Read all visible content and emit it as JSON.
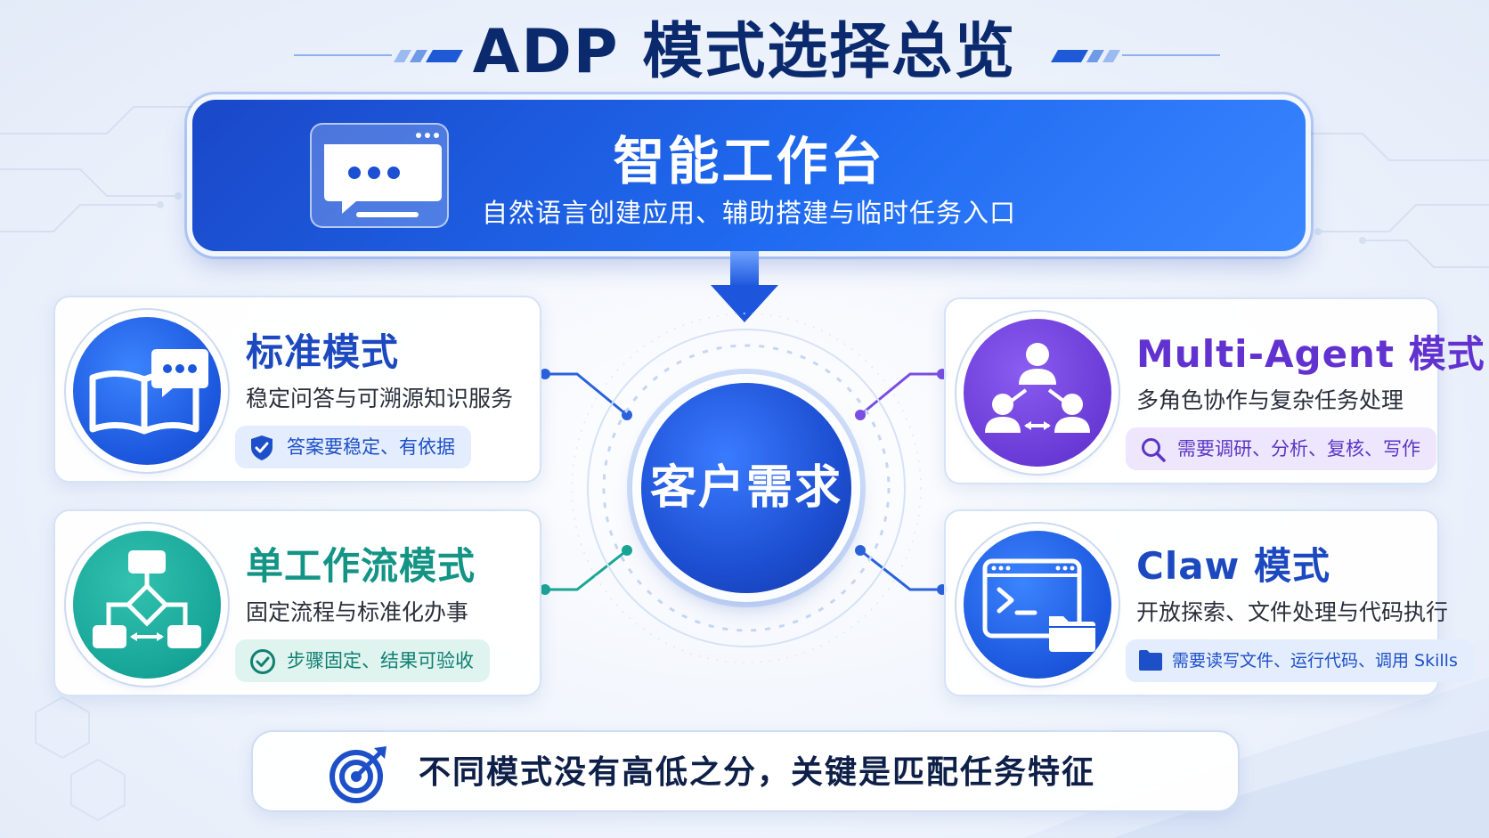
{
  "title": "ADP 模式选择总览",
  "banner": {
    "title": "智能工作台",
    "subtitle": "自然语言创建应用、辅助搭建与临时任务入口",
    "icon": "chat-window-icon"
  },
  "center": {
    "label": "客户需求"
  },
  "modes": {
    "standard": {
      "title": "标准模式",
      "desc": "稳定问答与可溯源知识服务",
      "chip": "答案要稳定、有依据",
      "icon": "book-chat-icon",
      "chip_icon": "shield-check-icon",
      "color": "#1d49c0"
    },
    "workflow": {
      "title": "单工作流模式",
      "desc": "固定流程与标准化办事",
      "chip": "步骤固定、结果可验收",
      "icon": "flowchart-icon",
      "chip_icon": "check-circle-icon",
      "color": "#139485"
    },
    "multi_agent": {
      "title": "Multi-Agent 模式",
      "desc": "多角色协作与复杂任务处理",
      "chip": "需要调研、分析、复核、写作",
      "icon": "people-network-icon",
      "chip_icon": "search-icon",
      "color": "#6232d0"
    },
    "claw": {
      "title": "Claw 模式",
      "desc": "开放探索、文件处理与代码执行",
      "chip": "需要读写文件、运行代码、调用 Skills",
      "icon": "terminal-folder-icon",
      "chip_icon": "folder-icon",
      "color": "#1d49c0"
    }
  },
  "bottom": {
    "text": "不同模式没有高低之分，关键是匹配任务特征",
    "icon": "target-icon"
  }
}
